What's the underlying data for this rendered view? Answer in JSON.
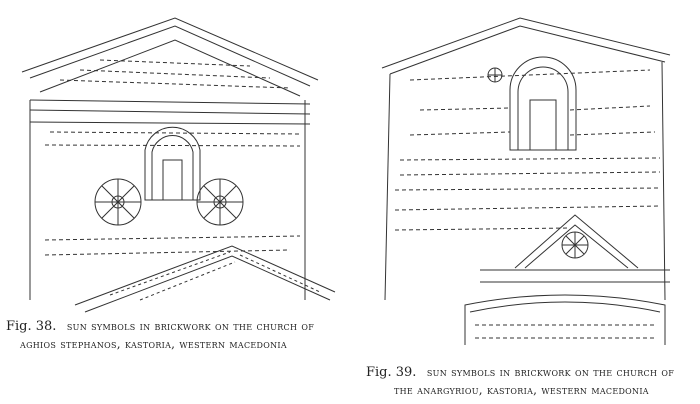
{
  "figures": [
    {
      "number": "Fig. 38.",
      "caption_line1": "SUN SYMBOLS IN BRICKWORK ON THE CHURCH OF",
      "caption_line2": "AGHIOS STEPHANOS, KASTORIA, WESTERN MACEDONIA"
    },
    {
      "number": "Fig. 39.",
      "caption_line1": "SUN SYMBOLS IN BRICKWORK ON THE CHURCH OF",
      "caption_line2": "THE ANARGYRIOU, KASTORIA, WESTERN MACEDONIA"
    }
  ]
}
